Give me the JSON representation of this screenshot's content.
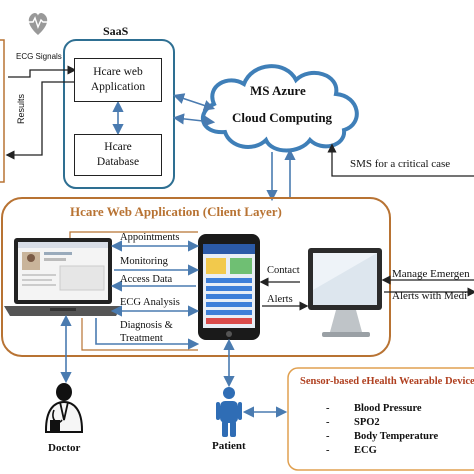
{
  "ecg_signals": "ECG Signals",
  "results": "Results",
  "saas": {
    "title": "SaaS",
    "web_app_line1": "Hcare web",
    "web_app_line2": "Application",
    "db_line1": "Hcare",
    "db_line2": "Database"
  },
  "cloud": {
    "line1": "MS Azure",
    "line2": "Cloud Computing"
  },
  "sms": "SMS for a critical case",
  "client_layer": {
    "title": "Hcare Web Application (Client Layer)",
    "actions": [
      "Appointments",
      "Monitoring",
      "Access Data",
      "ECG Analysis",
      "Diagnosis &",
      "Treatment"
    ],
    "contact": "Contact",
    "alerts": "Alerts"
  },
  "manage": "Manage Emergen",
  "alerts_medi": "Alerts with Medi",
  "doctor": "Doctor",
  "patient": "Patient",
  "sensors": {
    "title": "Sensor-based eHealth Wearable Device",
    "items": [
      "Blood Pressure",
      "SPO2",
      "Body Temperature",
      "ECG"
    ],
    "bullet": "-"
  },
  "colors": {
    "saas_border": "#2e6f92",
    "client_border": "#b87333",
    "sensor_border": "#e0a050",
    "arrow_blue": "#4a7bb0",
    "arrow_brown": "#b87333",
    "sensor_title": "#b04020",
    "person_blue": "#2f6db5",
    "heart_gray": "#999999"
  }
}
